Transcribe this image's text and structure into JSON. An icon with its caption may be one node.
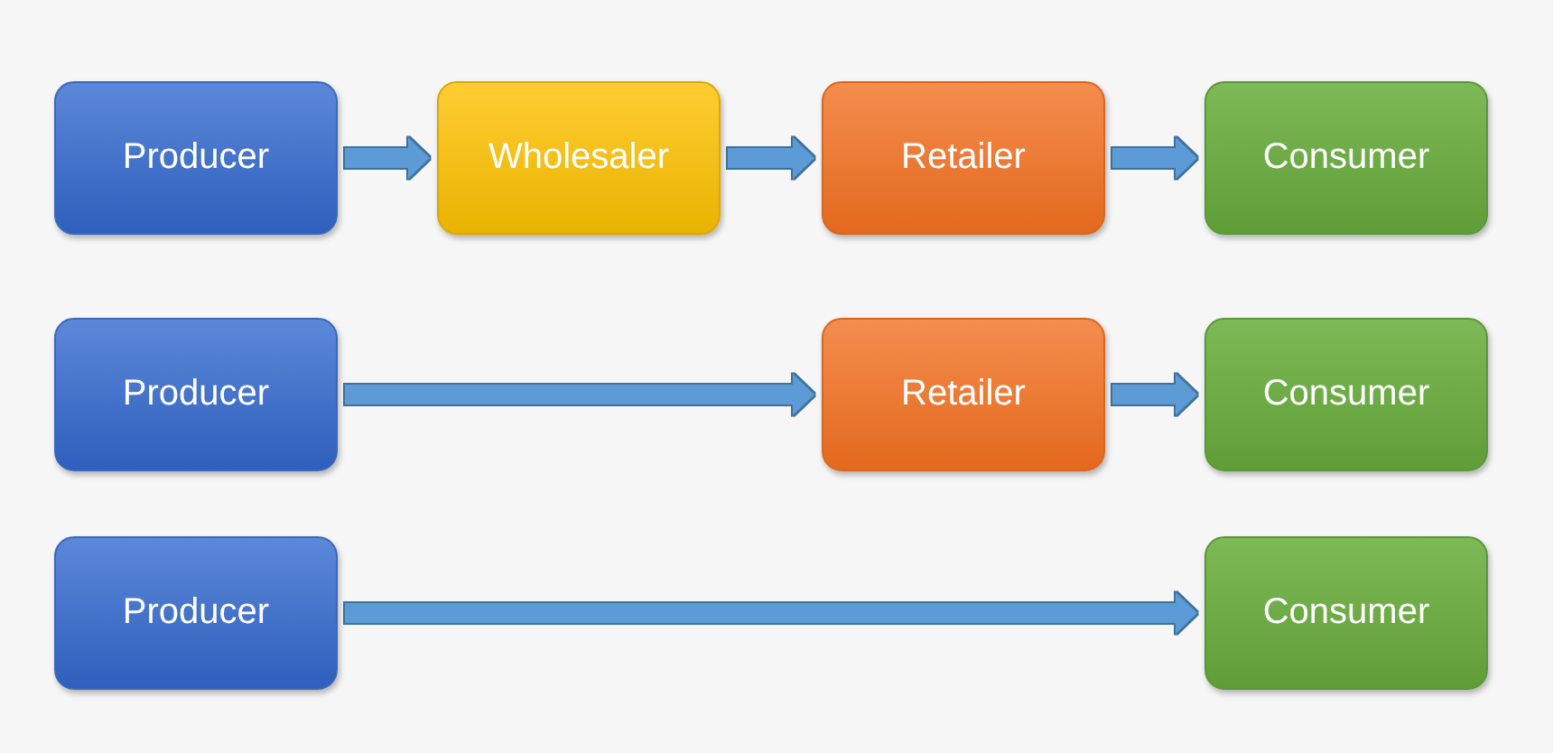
{
  "diagram": {
    "nodes": [
      {
        "text": [
          "Producer"
        ]
      },
      {
        "text": [
          "Wholesaler"
        ]
      },
      {
        "text": [
          "Retailer"
        ]
      },
      {
        "text": [
          "Consumer"
        ]
      },
      {
        "text": [
          "Producer"
        ]
      },
      {
        "text": [
          "Retailer"
        ]
      },
      {
        "text": [
          "Consumer"
        ]
      },
      {
        "text": [
          "Producer"
        ]
      },
      {
        "text": [
          "Consumer"
        ]
      }
    ],
    "edges": [
      {
        "from": 0,
        "to": 1,
        "arrow": "to"
      },
      {
        "from": 1,
        "to": 2,
        "arrow": "to"
      },
      {
        "from": 2,
        "to": 3,
        "arrow": "to"
      },
      {
        "from": 4,
        "to": 5,
        "arrow": "to"
      },
      {
        "from": 5,
        "to": 6,
        "arrow": "to"
      },
      {
        "from": 7,
        "to": 8,
        "arrow": "to"
      }
    ]
  }
}
